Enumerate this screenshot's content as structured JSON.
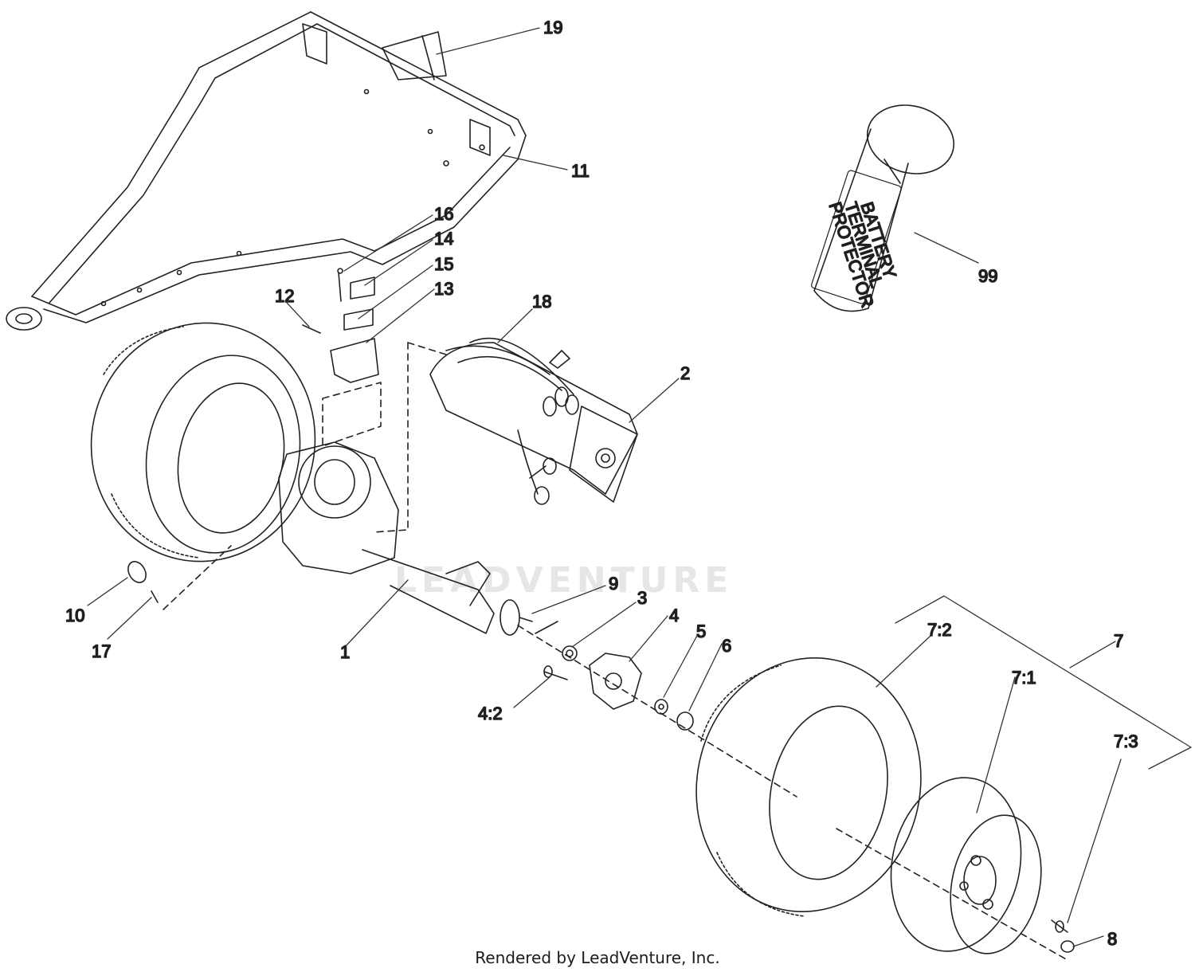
{
  "callouts": {
    "c19": "19",
    "c11": "11",
    "c16": "16",
    "c14": "14",
    "c15": "15",
    "c13": "13",
    "c12": "12",
    "c18": "18",
    "c2": "2",
    "c99": "99",
    "c10": "10",
    "c17": "17",
    "c1": "1",
    "c9": "9",
    "c3": "3",
    "c4": "4",
    "c5": "5",
    "c6": "6",
    "c42": "4:2",
    "c72": "7:2",
    "c71": "7:1",
    "c7": "7",
    "c73": "7:3",
    "c8": "8"
  },
  "can_label": {
    "line1": "BATTERY",
    "line2": "TERMINAL",
    "line3": "PROTECTOR"
  },
  "watermark": "LEADVENTURE",
  "footer": "Rendered by LeadVenture, Inc."
}
